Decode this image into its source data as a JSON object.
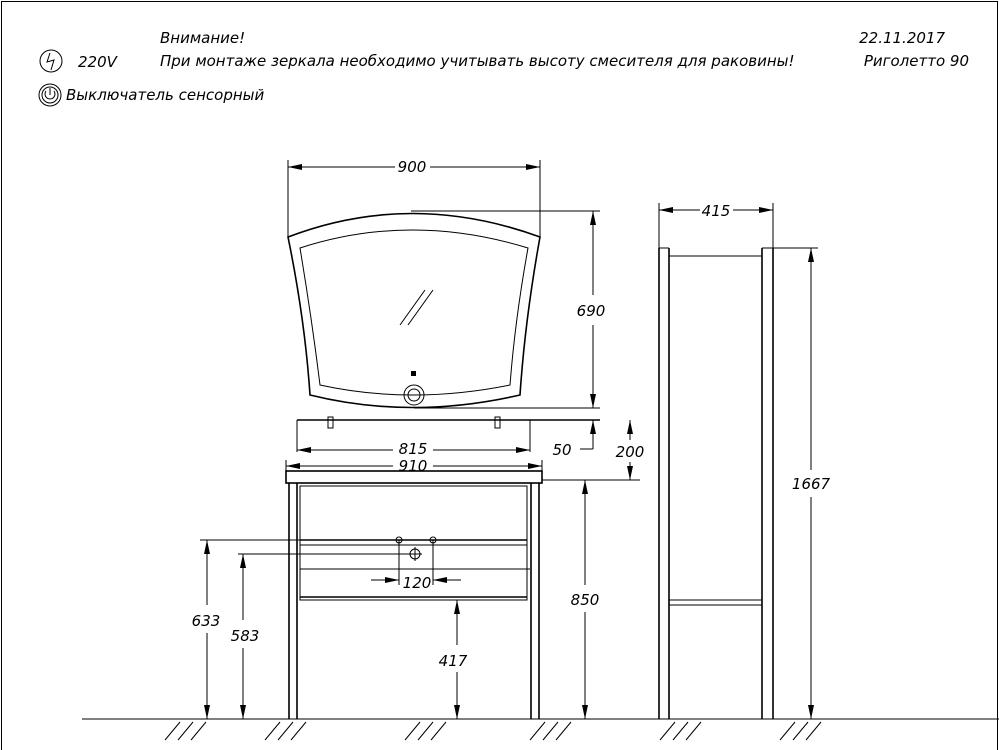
{
  "header": {
    "warning_title": "Внимание!",
    "warning_text": "При монтаже зеркала необходимо учитывать высоту смесителя для раковины!",
    "voltage": "220V",
    "switch_label": "Выключатель  сенсорный",
    "date": "22.11.2017",
    "model": "Риголетто 90"
  },
  "dimensions": {
    "mirror_width": "900",
    "mirror_height": "690",
    "shelf_width": "815",
    "shelf_gap": "50",
    "shelf_height": "200",
    "counter_width": "910",
    "cabinet_height": "850",
    "drawer_height": "417",
    "pipe_height_1": "633",
    "pipe_height_2": "583",
    "pipe_spacing": "120",
    "column_width": "415",
    "column_height": "1667"
  }
}
